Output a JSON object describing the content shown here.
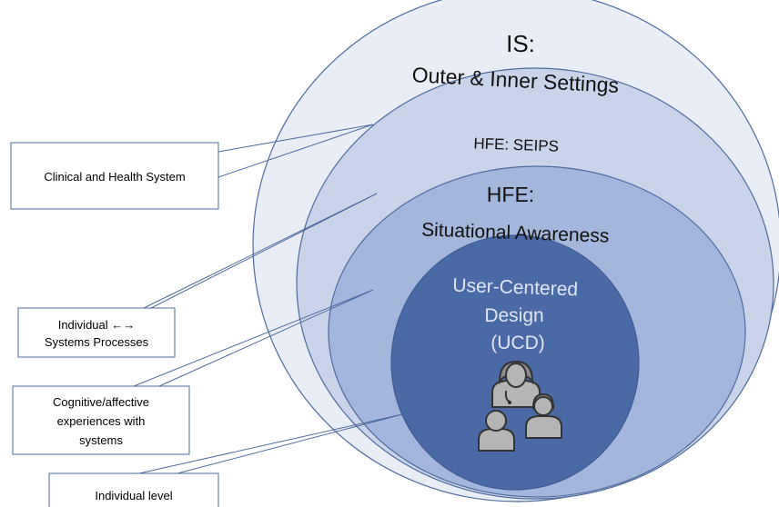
{
  "diagram": {
    "rings": {
      "is": {
        "title": "IS:",
        "subtitle": "Outer & Inner Settings"
      },
      "seips": {
        "title": "HFE: SEIPS"
      },
      "situational": {
        "title": "HFE:",
        "subtitle": "Situational Awareness"
      },
      "ucd": {
        "line1": "User-Centered",
        "line2": "Design",
        "line3": "(UCD)"
      }
    },
    "callouts": {
      "clinical": "Clinical and Health System",
      "individual_systems_line1": "Individual ←→",
      "individual_systems_line2": "Systems Processes",
      "cognitive_line1": "Cognitive/affective",
      "cognitive_line2": "experiences with",
      "cognitive_line3": "systems",
      "individual_level": "Individual level"
    },
    "icons": [
      "clinician-icon",
      "person-icon",
      "person-icon"
    ],
    "colors": {
      "ring_outer": "#e9edf6",
      "ring_seips": "#c9d4ea",
      "ring_situational": "#a3b6dc",
      "ring_ucd": "#4a6aa6",
      "ring_stroke": "#4e6b9e",
      "icon_fill": "#b5b5b5",
      "callout_border": "#4e6b9e"
    }
  }
}
